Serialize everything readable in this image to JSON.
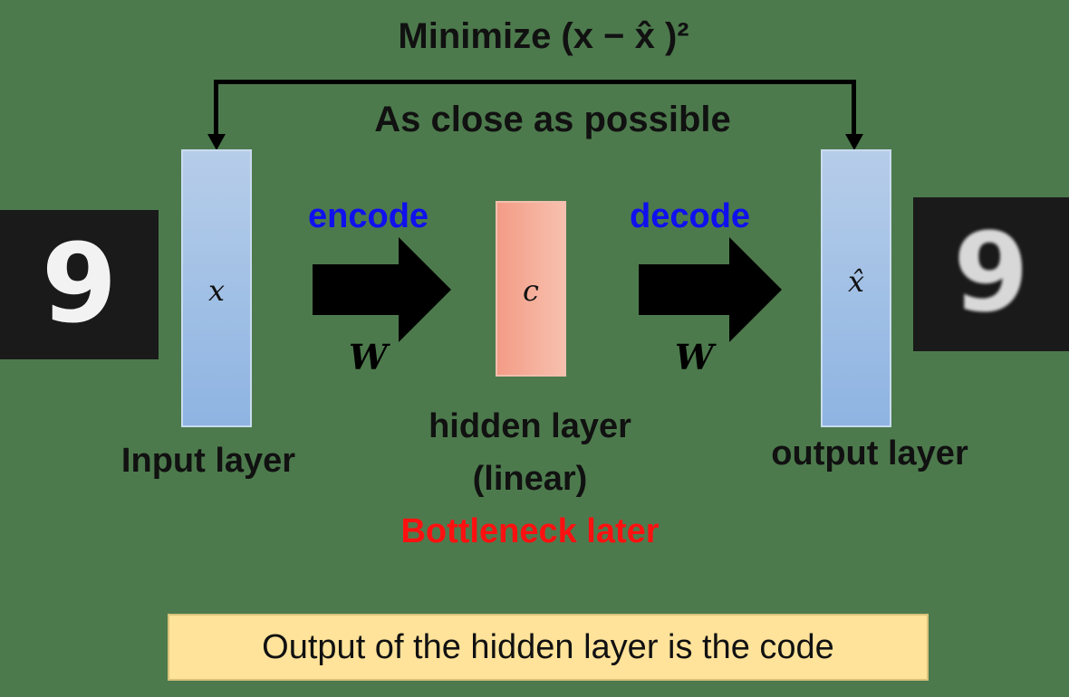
{
  "title": "Minimize (x − x̂ )²",
  "subtitle": "As close as possible",
  "input": {
    "variable": "x",
    "label": "Input layer",
    "digit": "9"
  },
  "hidden": {
    "variable": "c",
    "label_line1": "hidden layer",
    "label_line2": "(linear)",
    "bottleneck": "Bottleneck later"
  },
  "output": {
    "variable": "x̂",
    "label": "output layer",
    "digit": "9"
  },
  "encode": {
    "label": "encode",
    "weight": "W"
  },
  "decode": {
    "label": "decode",
    "weight": "W"
  },
  "code_note": "Output of the hidden layer is the code",
  "colors": {
    "background": "#4d7a4d",
    "layer_blue": "#a9c5e8",
    "hidden_orange": "#f5ad98",
    "note_yellow": "#ffe39a",
    "encode_decode_text": "#1010ee",
    "bottleneck_text": "#ff1010"
  }
}
